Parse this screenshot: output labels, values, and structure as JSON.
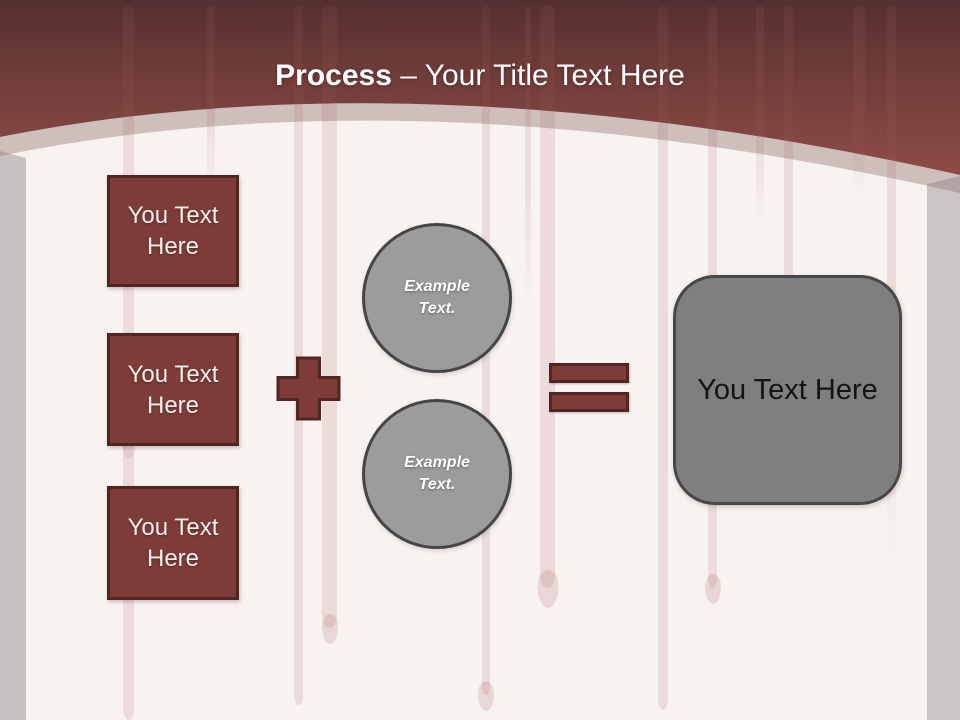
{
  "title": {
    "bold": "Process",
    "rest": "– Your Title Text Here",
    "full": "Process – Your Title Text Here"
  },
  "input_boxes": [
    {
      "label": "You Text Here"
    },
    {
      "label": "You Text Here"
    },
    {
      "label": "You Text Here"
    }
  ],
  "operators": [
    {
      "icon": "plus-icon"
    },
    {
      "icon": "equals-icon"
    }
  ],
  "example_circles": [
    {
      "label": "Example Text."
    },
    {
      "label": "Example Text."
    }
  ],
  "result_box": {
    "label": "You Text Here"
  },
  "colors": {
    "header_gradient_top": "#543030",
    "header_gradient_bottom": "#8e4c46",
    "arc_band": "#cebfbd",
    "body_background": "#f8f3f1",
    "side_band_gray": "#c7c3c2",
    "shape_red_fill": "#7d3c38",
    "shape_red_border": "#502522",
    "circle_fill": "#9c9c9c",
    "circle_border": "#454545",
    "result_fill": "#7f7f7f",
    "result_border": "#474747",
    "title_text": "#ffffff",
    "box_text": "#f5efed",
    "result_text": "#141414",
    "drip_stain": "#a45e58"
  }
}
